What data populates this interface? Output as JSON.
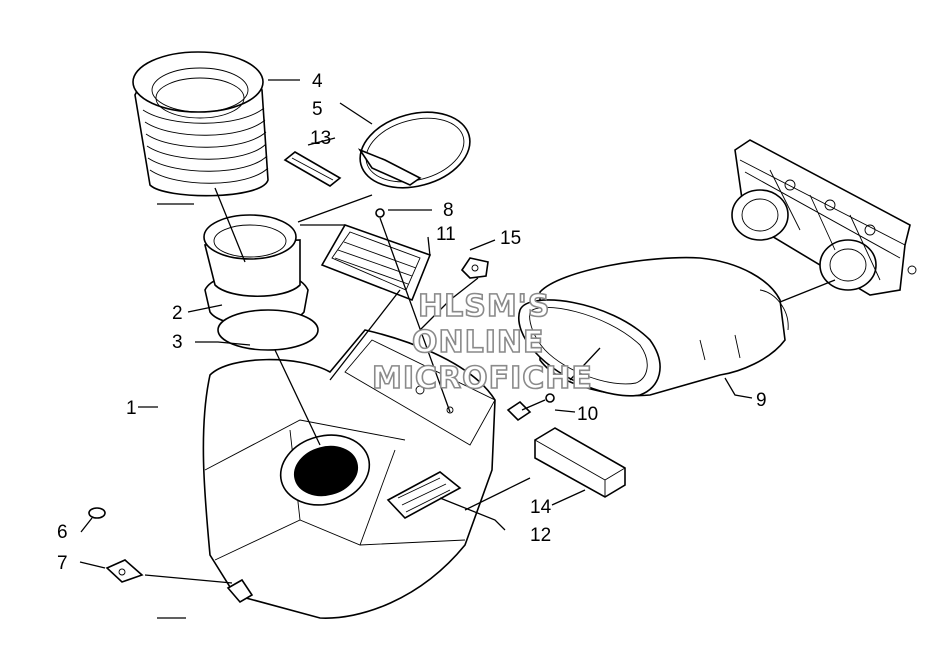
{
  "diagram": {
    "labels": {
      "p1": "1",
      "p2": "2",
      "p3": "3",
      "p4": "4",
      "p5": "5",
      "p6": "6",
      "p7": "7",
      "p8": "8",
      "p9": "9",
      "p10": "10",
      "p11": "11",
      "p12": "12",
      "p13": "13",
      "p14": "14",
      "p15": "15"
    },
    "watermark": [
      "HLSM'S",
      "ONLINE",
      "MICROFICHE"
    ]
  }
}
